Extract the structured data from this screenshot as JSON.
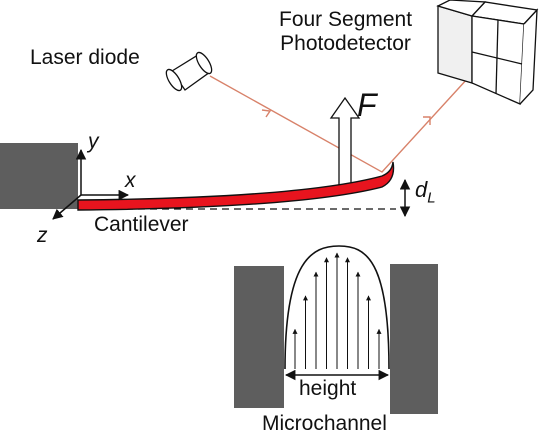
{
  "labels": {
    "laser": "Laser diode",
    "photodetector_line1": "Four Segment",
    "photodetector_line2": "Photodetector",
    "force": "F",
    "axis_y": "y",
    "axis_x": "x",
    "axis_z": "z",
    "deflection": "d",
    "deflection_sub": "L",
    "cantilever": "Cantilever",
    "height": "height",
    "microchannel": "Microchannel"
  },
  "colors": {
    "cantilever": "#e8141e",
    "laser_beam": "#d8826a",
    "wall": "#5e5e5e",
    "outline": "#111111"
  },
  "flow_profile": {
    "shape": "parabolic",
    "arrow_count": 9
  }
}
